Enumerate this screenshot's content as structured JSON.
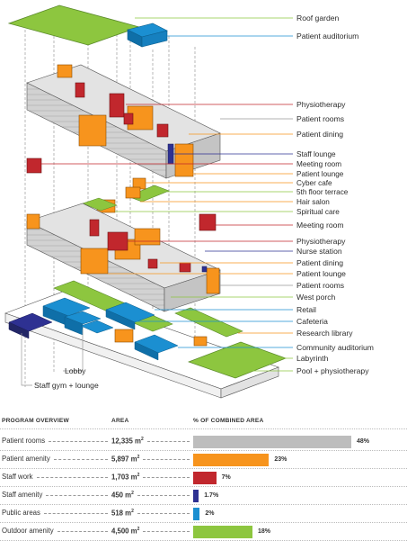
{
  "diagram": {
    "labels": {
      "roof_garden": "Roof garden",
      "patient_auditorium": "Patient auditorium",
      "physiotherapy_top": "Physiotherapy",
      "patient_rooms_top": "Patient rooms",
      "patient_dining_top": "Patient dining",
      "staff_lounge": "Staff lounge",
      "meeting_room_top": "Meeting room",
      "patient_lounge_top": "Patient lounge",
      "cyber_cafe": "Cyber cafe",
      "fifth_floor_terrace": "5th floor terrace",
      "hair_salon": "Hair salon",
      "spiritual_care": "Spiritual care",
      "meeting_room_mid": "Meeting room",
      "physiotherapy_mid": "Physiotherapy",
      "nurse_station": "Nurse station",
      "patient_dining_mid": "Patient dining",
      "patient_lounge_mid": "Patient lounge",
      "patient_rooms_mid": "Patient rooms",
      "west_porch": "West porch",
      "retail": "Retail",
      "cafeteria": "Cafeteria",
      "research_library": "Research library",
      "community_auditorium": "Community auditorium",
      "labyrinth": "Labyrinth",
      "pool_physiotherapy": "Pool + physiotherapy",
      "lobby": "Lobby",
      "staff_gym_lounge": "Staff gym + lounge"
    }
  },
  "overview": {
    "headers": {
      "program": "PROGRAM OVERVIEW",
      "area": "AREA",
      "pct": "% OF COMBINED AREA"
    },
    "rows": [
      {
        "name": "Patient rooms",
        "area": "12,335 m",
        "percent_label": "48%",
        "share": 48,
        "color": "#bdbdbd"
      },
      {
        "name": "Patient amenity",
        "area": "5,897 m",
        "percent_label": "23%",
        "share": 23,
        "color": "#f7941d"
      },
      {
        "name": "Staff work",
        "area": "1,703 m",
        "percent_label": "7%",
        "share": 7,
        "color": "#c1272d"
      },
      {
        "name": "Staff amenity",
        "area": "450 m",
        "percent_label": "1.7%",
        "share": 1.7,
        "color": "#2e3192"
      },
      {
        "name": "Public areas",
        "area": "518 m",
        "percent_label": "2%",
        "share": 2,
        "color": "#1b8fd1"
      },
      {
        "name": "Outdoor amenity",
        "area": "4,500 m",
        "percent_label": "18%",
        "share": 18,
        "color": "#8dc63f"
      }
    ],
    "unit_superscript": "2"
  },
  "colors": {
    "patient_rooms": "#bdbdbd",
    "patient_amenity": "#f7941d",
    "staff_work": "#c1272d",
    "staff_amenity": "#2e3192",
    "public_areas": "#1b8fd1",
    "outdoor_amenity": "#8dc63f"
  }
}
